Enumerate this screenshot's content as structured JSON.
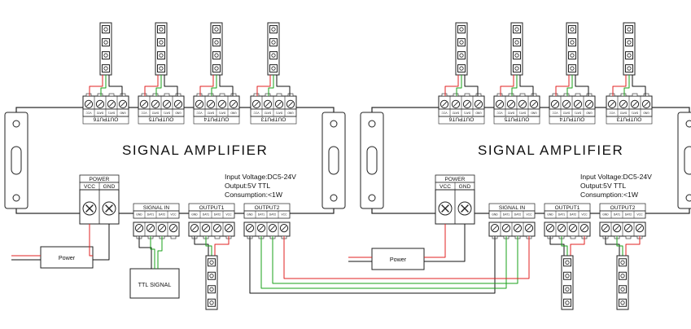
{
  "amplifiers": [
    {
      "title": "SIGNAL AMPLIFIER",
      "specs": [
        "Input Voltage:DC5-24V",
        "Output:5V TTL",
        "Consumption:<1W"
      ],
      "power_label": "POWER",
      "power_pins": [
        "VCC",
        "GND"
      ],
      "signal_in_label": "SIGNAL IN",
      "signal_in_pins": [
        "GND",
        "DAT1",
        "DAT2",
        "VCC"
      ],
      "bottom_outputs": [
        {
          "label": "OUTPUT1",
          "pins": [
            "GND",
            "DAT1",
            "DAT2",
            "VCC"
          ]
        },
        {
          "label": "OUTPUT2",
          "pins": [
            "GND",
            "DAT1",
            "DAT2",
            "VCC"
          ]
        }
      ],
      "top_outputs": [
        {
          "label": "OUTPUT6",
          "pins": [
            "VCC",
            "DAT2",
            "DAT1",
            "GND"
          ]
        },
        {
          "label": "OUTPUT5",
          "pins": [
            "VCC",
            "DAT2",
            "DAT1",
            "GND"
          ]
        },
        {
          "label": "OUTPUT4",
          "pins": [
            "VCC",
            "DAT2",
            "DAT1",
            "GND"
          ]
        },
        {
          "label": "OUTPUT3",
          "pins": [
            "VCC",
            "DAT2",
            "DAT1",
            "GND"
          ]
        }
      ],
      "power_box": "Power"
    },
    {
      "title": "SIGNAL AMPLIFIER",
      "specs": [
        "Input Voltage:DC5-24V",
        "Output:5V TTL",
        "Consumption:<1W"
      ],
      "power_label": "POWER",
      "power_pins": [
        "VCC",
        "GND"
      ],
      "signal_in_label": "SIGNAL IN",
      "signal_in_pins": [
        "GND",
        "DAT1",
        "DAT2",
        "VCC"
      ],
      "bottom_outputs": [
        {
          "label": "OUTPUT1",
          "pins": [
            "GND",
            "DAT1",
            "DAT2",
            "VCC"
          ]
        },
        {
          "label": "OUTPUT2",
          "pins": [
            "GND",
            "DAT1",
            "DAT2",
            "VCC"
          ]
        }
      ],
      "top_outputs": [
        {
          "label": "OUTPUT6",
          "pins": [
            "VCC",
            "DAT2",
            "DAT1",
            "GND"
          ]
        },
        {
          "label": "OUTPUT5",
          "pins": [
            "VCC",
            "DAT2",
            "DAT1",
            "GND"
          ]
        },
        {
          "label": "OUTPUT4",
          "pins": [
            "VCC",
            "DAT2",
            "DAT1",
            "GND"
          ]
        },
        {
          "label": "OUTPUT3",
          "pins": [
            "VCC",
            "DAT2",
            "DAT1",
            "GND"
          ]
        }
      ],
      "power_box": "Power"
    }
  ],
  "ttl_signal": "TTL SIGNAL",
  "colors": {
    "red": "#e02020",
    "green": "#1aa01a",
    "black": "#111111",
    "outline": "#222222"
  }
}
